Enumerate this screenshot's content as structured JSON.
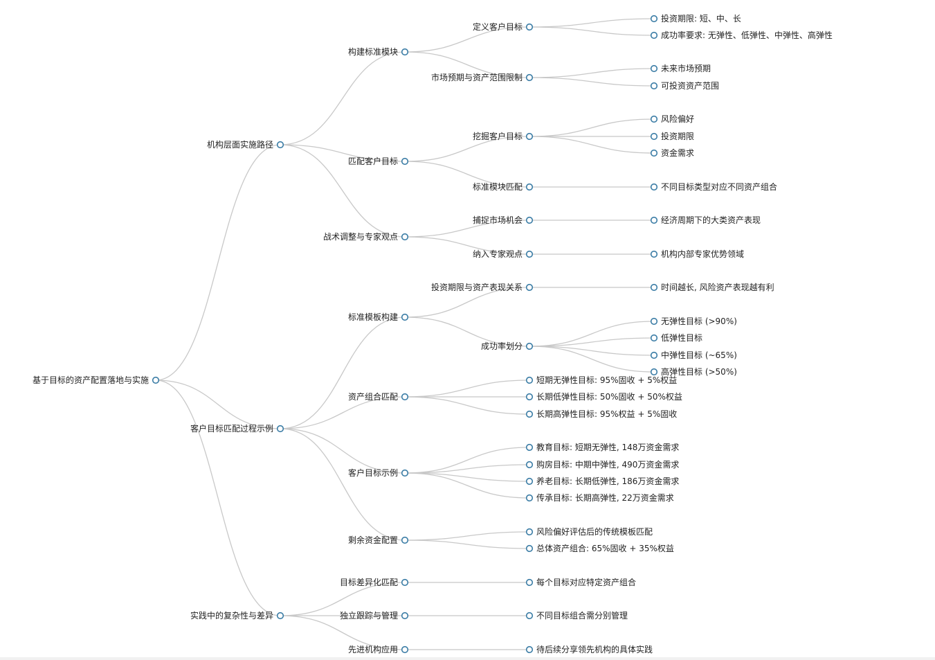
{
  "colors": {
    "link": "#c8c8c8",
    "node_stroke": "#3a7ca5",
    "text": "#222222"
  },
  "tree": {
    "label": "基于目标的资产配置落地与实施",
    "children": [
      {
        "label": "机构层面实施路径",
        "children": [
          {
            "label": "构建标准模块",
            "children": [
              {
                "label": "定义客户目标",
                "children": [
                  {
                    "label": "投资期限: 短、中、长"
                  },
                  {
                    "label": "成功率要求: 无弹性、低弹性、中弹性、高弹性"
                  }
                ]
              },
              {
                "label": "市场预期与资产范围限制",
                "children": [
                  {
                    "label": "未来市场预期"
                  },
                  {
                    "label": "可投资资产范围"
                  }
                ]
              }
            ]
          },
          {
            "label": "匹配客户目标",
            "children": [
              {
                "label": "挖掘客户目标",
                "children": [
                  {
                    "label": "风险偏好"
                  },
                  {
                    "label": "投资期限"
                  },
                  {
                    "label": "资金需求"
                  }
                ]
              },
              {
                "label": "标准模块匹配",
                "children": [
                  {
                    "label": "不同目标类型对应不同资产组合"
                  }
                ]
              }
            ]
          },
          {
            "label": "战术调整与专家观点",
            "children": [
              {
                "label": "捕捉市场机会",
                "children": [
                  {
                    "label": "经济周期下的大类资产表现"
                  }
                ]
              },
              {
                "label": "纳入专家观点",
                "children": [
                  {
                    "label": "机构内部专家优势领域"
                  }
                ]
              }
            ]
          }
        ]
      },
      {
        "label": "客户目标匹配过程示例",
        "children": [
          {
            "label": "标准模板构建",
            "children": [
              {
                "label": "投资期限与资产表现关系",
                "children": [
                  {
                    "label": "时间越长, 风险资产表现越有利"
                  }
                ]
              },
              {
                "label": "成功率划分",
                "children": [
                  {
                    "label": "无弹性目标 (>90%)"
                  },
                  {
                    "label": "低弹性目标"
                  },
                  {
                    "label": "中弹性目标 (~65%)"
                  },
                  {
                    "label": "高弹性目标 (>50%)"
                  }
                ]
              }
            ]
          },
          {
            "label": "资产组合匹配",
            "children": [
              {
                "label": "短期无弹性目标: 95%固收 + 5%权益"
              },
              {
                "label": "长期低弹性目标: 50%固收 + 50%权益"
              },
              {
                "label": "长期高弹性目标: 95%权益 + 5%固收"
              }
            ]
          },
          {
            "label": "客户目标示例",
            "children": [
              {
                "label": "教育目标: 短期无弹性, 148万资金需求"
              },
              {
                "label": "购房目标: 中期中弹性, 490万资金需求"
              },
              {
                "label": "养老目标: 长期低弹性, 186万资金需求"
              },
              {
                "label": "传承目标: 长期高弹性, 22万资金需求"
              }
            ]
          },
          {
            "label": "剩余资金配置",
            "children": [
              {
                "label": "风险偏好评估后的传统模板匹配"
              },
              {
                "label": "总体资产组合: 65%固收 + 35%权益"
              }
            ]
          }
        ]
      },
      {
        "label": "实践中的复杂性与差异",
        "children": [
          {
            "label": "目标差异化匹配",
            "children": [
              {
                "label": "每个目标对应特定资产组合"
              }
            ]
          },
          {
            "label": "独立跟踪与管理",
            "children": [
              {
                "label": "不同目标组合需分别管理"
              }
            ]
          },
          {
            "label": "先进机构应用",
            "children": [
              {
                "label": "待后续分享领先机构的具体实践"
              }
            ]
          }
        ]
      }
    ]
  }
}
